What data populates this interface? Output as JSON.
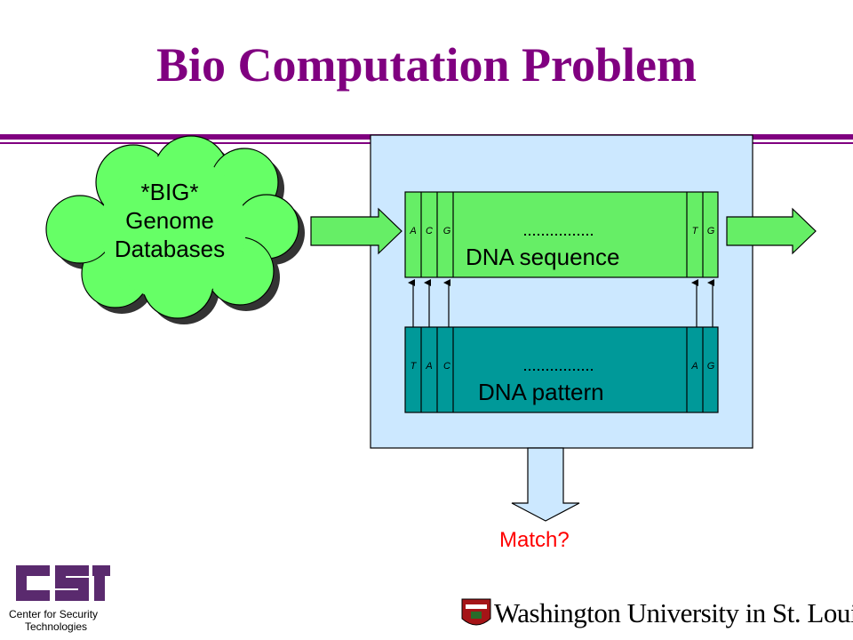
{
  "slide": {
    "title": "Bio Computation Problem",
    "source_cloud": {
      "line1": "*BIG*",
      "line2": "Genome",
      "line3": "Databases"
    },
    "sequence": {
      "label": "DNA sequence",
      "bases_left": [
        "A",
        "C",
        "G"
      ],
      "bases_right": [
        "T",
        "G"
      ]
    },
    "pattern": {
      "label": "DNA pattern",
      "bases_left": [
        "T",
        "A",
        "C"
      ],
      "bases_right": [
        "A",
        "G"
      ]
    },
    "output_label": "Match?",
    "footer_left": {
      "logo_text": "CST",
      "line1": "Center for Security",
      "line2": "Technologies"
    },
    "footer_right": {
      "logo_text": "Washington University in St. Louis"
    }
  },
  "colors": {
    "title": "#800080",
    "rule": "#800080",
    "cloud_fill": "#66ff66",
    "cloud_shadow": "#333333",
    "arrow_fill": "#66ee66",
    "sequence_fill": "#66ee66",
    "pattern_fill": "#009999",
    "panel_fill": "#cce8ff",
    "output_arrow_fill": "#cce8ff",
    "match_text": "#ff0000",
    "cst_logo": "#5a2a6e",
    "seal_red": "#a51417"
  }
}
